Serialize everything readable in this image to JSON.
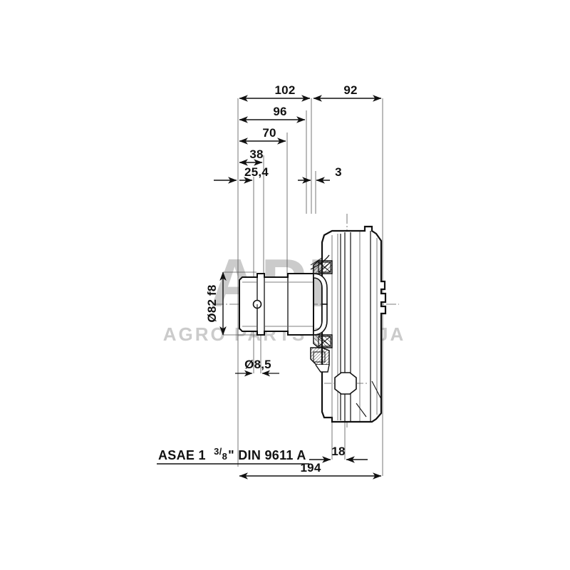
{
  "drawing": {
    "title": "Hydraulic gear pump / gearbox side elevation",
    "type": "engineering-dimensioned-drawing",
    "units": "mm",
    "background_color": "#ffffff",
    "line_color": "#111111",
    "watermark": {
      "primary_text": "APB",
      "secondary_text": "AGRO PARTS BALTIJA",
      "color": "#c9c9c9"
    },
    "spec_label": {
      "prefix": "ASAE 1",
      "fraction_numerator": "3",
      "fraction_denominator": "8",
      "suffix": "\" DIN 9611 A",
      "full_text": "ASAE 1 3/8\" DIN 9611 A"
    },
    "horizontal_dimensions": [
      {
        "id": "dim-102",
        "label": "102",
        "value": 102
      },
      {
        "id": "dim-92",
        "label": "92",
        "value": 92
      },
      {
        "id": "dim-96",
        "label": "96",
        "value": 96
      },
      {
        "id": "dim-70",
        "label": "70",
        "value": 70
      },
      {
        "id": "dim-38",
        "label": "38",
        "value": 38
      },
      {
        "id": "dim-25-4",
        "label": "25,4",
        "value": 25.4
      },
      {
        "id": "dim-3",
        "label": "3",
        "value": 3
      },
      {
        "id": "dim-18",
        "label": "18",
        "value": 18
      },
      {
        "id": "dim-194",
        "label": "194",
        "value": 194
      }
    ],
    "vertical_dimensions": [
      {
        "id": "dim-d82f8",
        "label": "Ø82 f8",
        "value": 82,
        "tolerance": "f8",
        "orientation": "vertical"
      }
    ],
    "diameter_dimensions": [
      {
        "id": "dim-d8-5",
        "label": "Ø8,5",
        "value": 8.5
      }
    ]
  }
}
